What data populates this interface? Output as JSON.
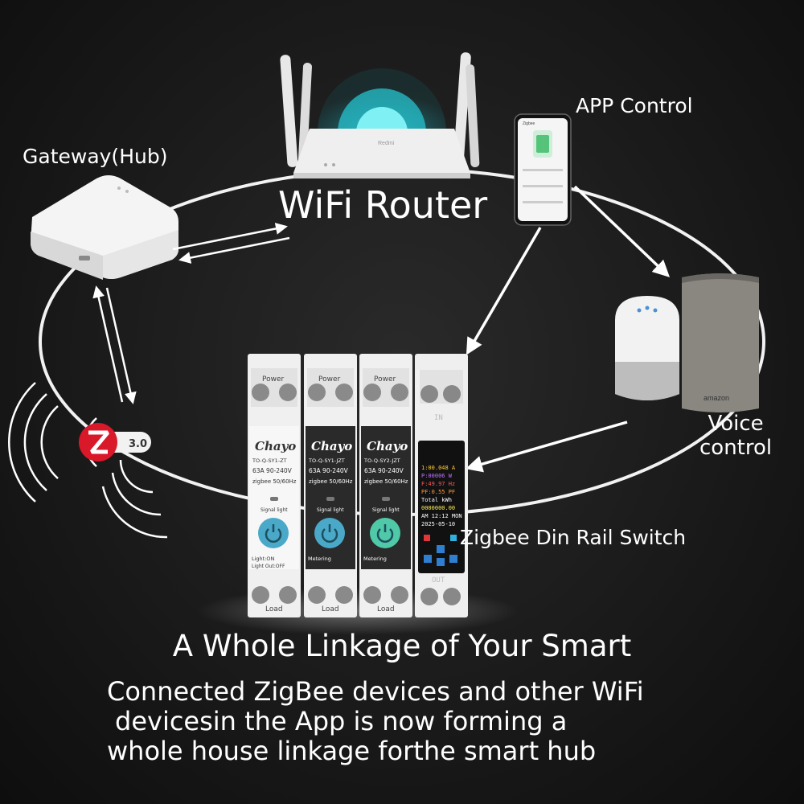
{
  "labels": {
    "gateway": "Gateway(Hub)",
    "router": "WiFi Router",
    "app": "APP Control",
    "voice_line1": "Voice",
    "voice_line2": "control",
    "zigbee_switch": "Zigbee Din Rail Switch"
  },
  "zigbee_badge": "3.0",
  "router_brand": "Redmi",
  "voice_brand": "amazon",
  "phone_screen": {
    "header": "Zigbee"
  },
  "switches": [
    {
      "top": "Power",
      "brand": "Chayo",
      "model": "TO-Q-SY1-ZT",
      "amp": "63A",
      "voltage": "90-240V",
      "proto": "zigbee 50/60Hz",
      "signal": "Signal light",
      "footer": "Light:ON",
      "footer2": "Light Out:OFF",
      "bottom": "Load",
      "style": "white"
    },
    {
      "top": "Power",
      "brand": "Chayo",
      "model": "TO-Q-SY1-JZT",
      "amp": "63A",
      "voltage": "90-240V",
      "proto": "zigbee 50/60Hz",
      "signal": "Signal light",
      "footer": "Metering",
      "footer2": "",
      "bottom": "Load",
      "style": "dark"
    },
    {
      "top": "Power",
      "brand": "Chayo",
      "model": "TO-Q-SY2-JZT",
      "amp": "63A",
      "voltage": "90-240V",
      "proto": "zigbee 50/60Hz",
      "signal": "Signal light",
      "footer": "Metering",
      "footer2": "",
      "bottom": "Load",
      "style": "dark-green"
    }
  ],
  "meter_screen": {
    "in_label": "IN",
    "out_label": "OUT",
    "lines": [
      "1:00.048 A",
      "P:00006 W",
      "F:49.97 Hz",
      "PF:0.55 PF",
      "Total kWh",
      "0000000.00",
      "AM 12:12 MON",
      "2025-05-10"
    ]
  },
  "headline": "A Whole Linkage of Your Smart",
  "description": [
    "Connected ZigBee devices and other WiFi",
    "devicesin the App is now forming a",
    "whole house linkage forthe smart hub"
  ],
  "colors": {
    "background": "#161616",
    "text": "#ffffff",
    "zigbee_red": "#d9182a",
    "wifi_teal": "#1fb8c4",
    "button_blue": "#4aa9c9",
    "button_green": "#4fc9a8"
  }
}
